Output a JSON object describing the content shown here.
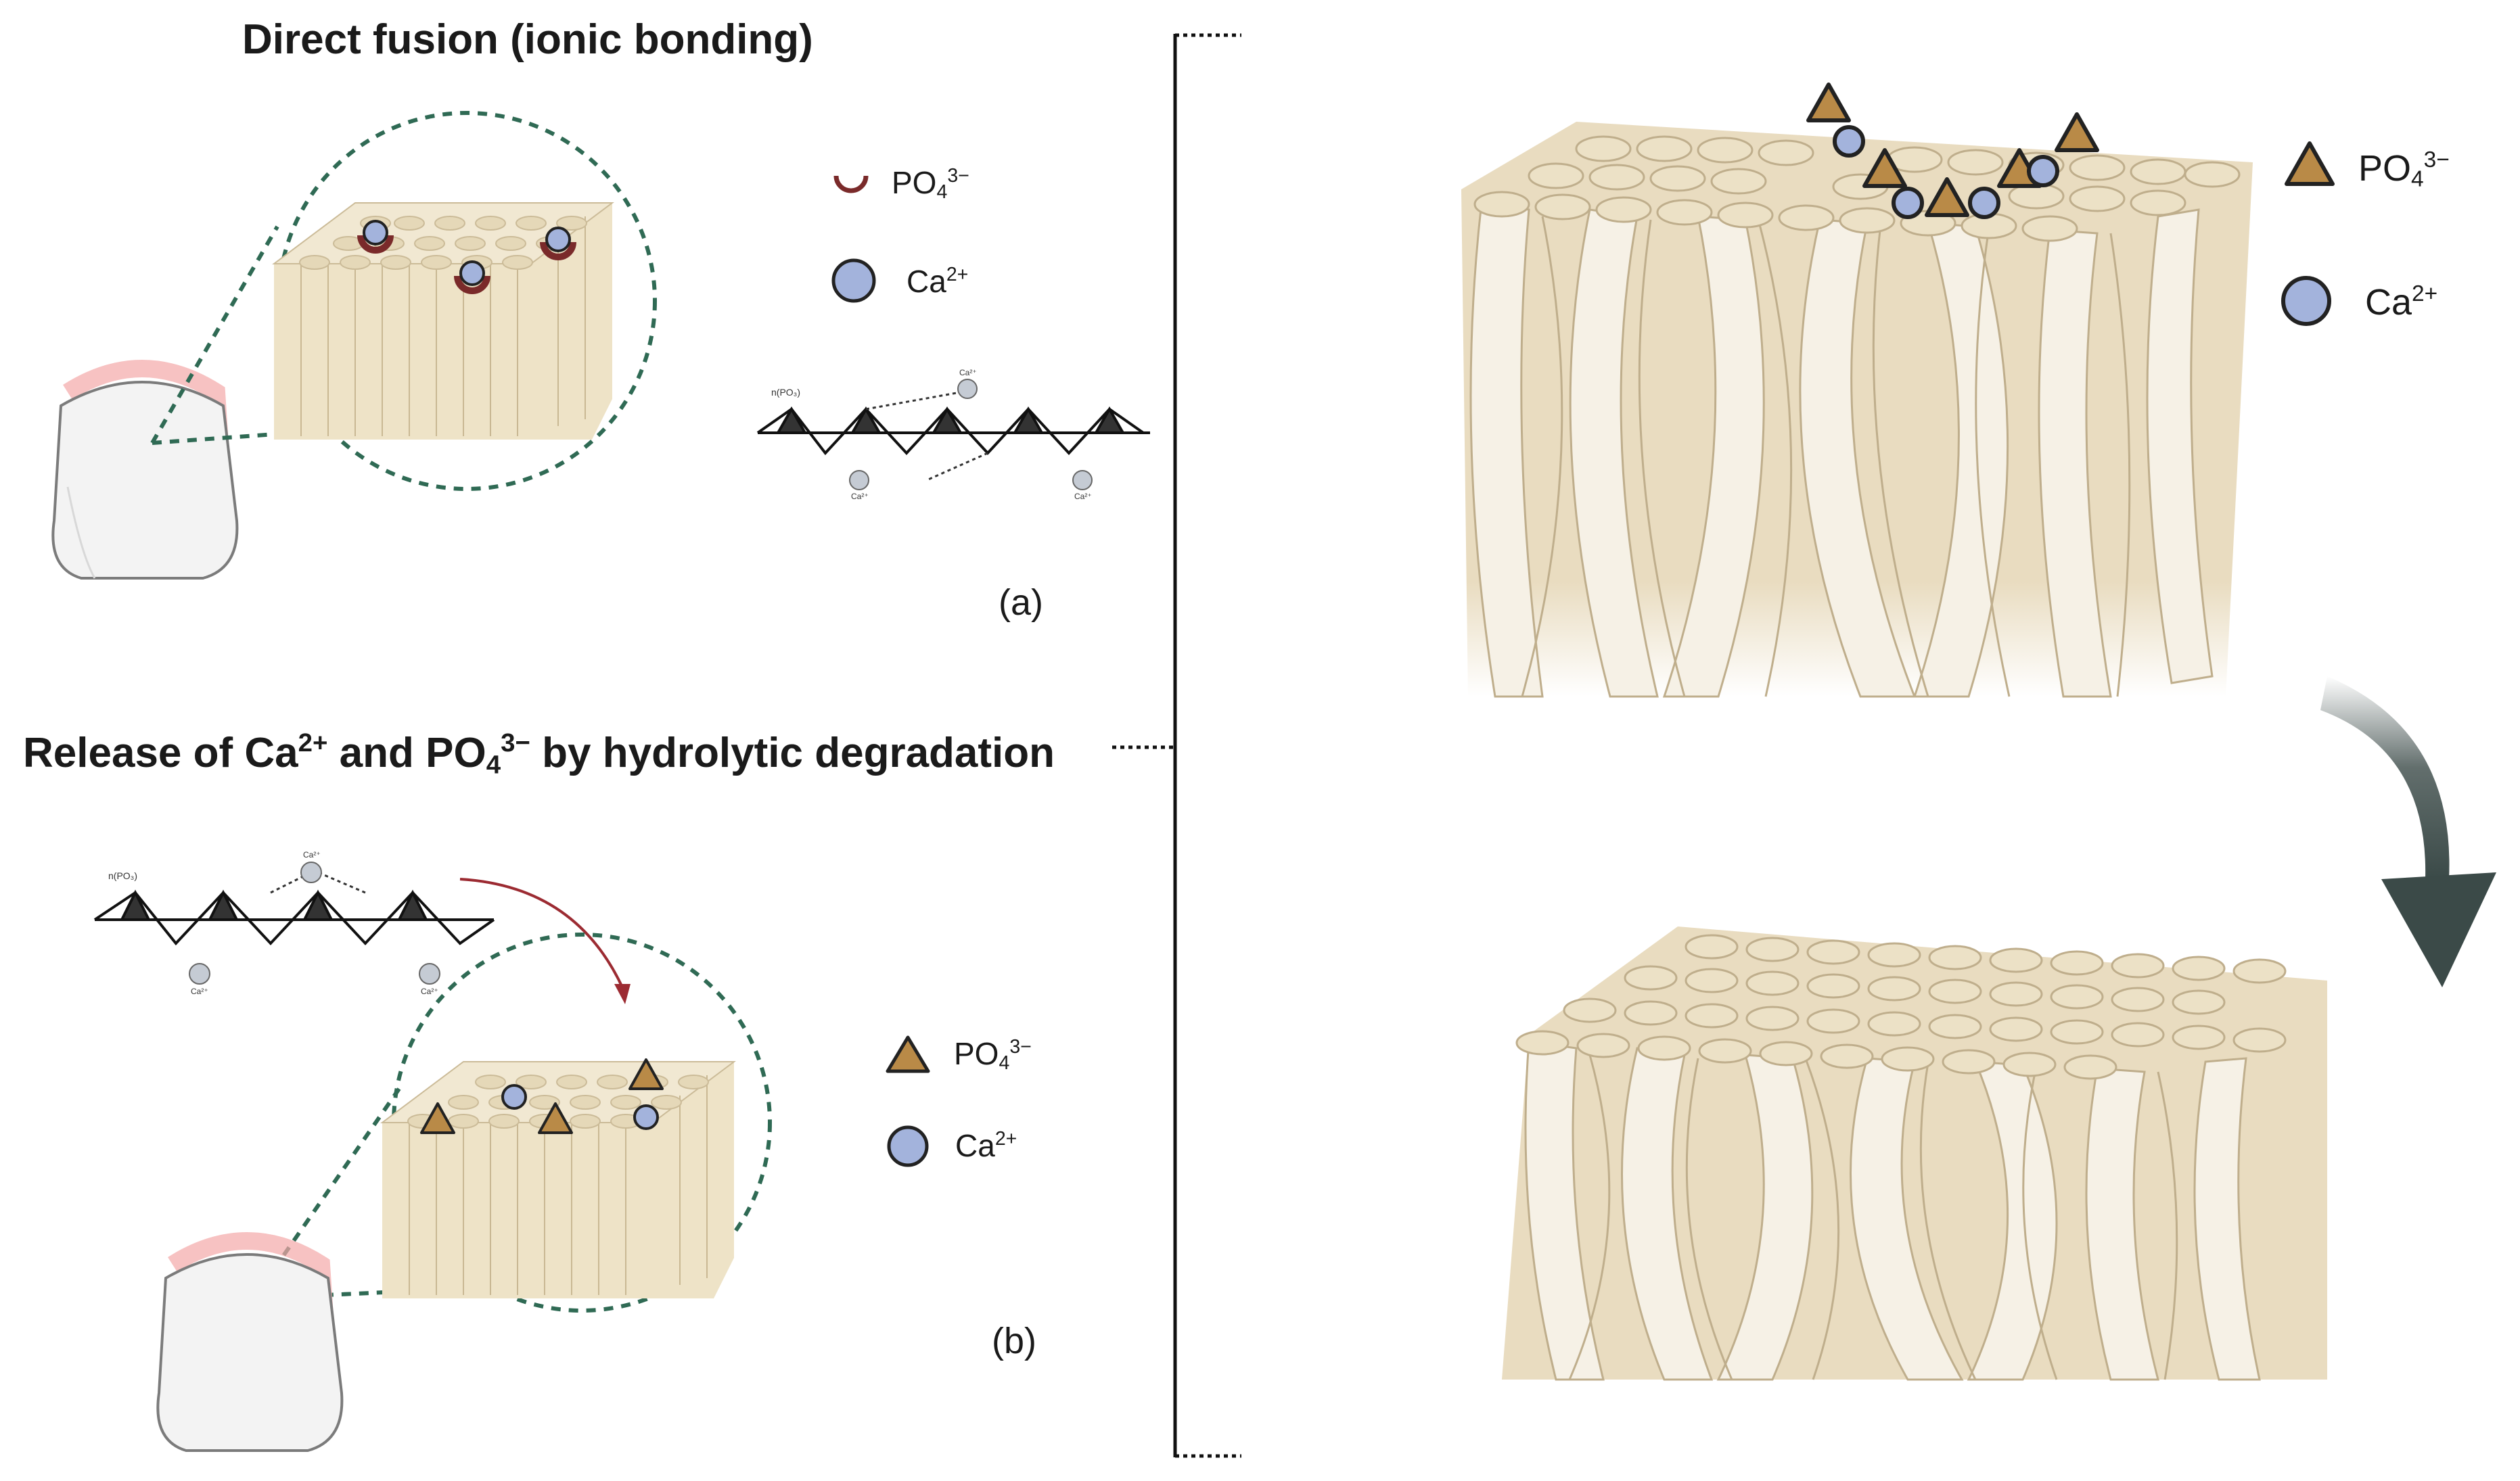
{
  "panel_a": {
    "title": "Direct fusion (ionic bonding)",
    "legend": {
      "phosphate": "PO",
      "phosphate_sub": "4",
      "phosphate_sup": "3−",
      "calcium": "Ca",
      "calcium_sup": "2+"
    },
    "chain_labels": {
      "polymer": "n(PO₃)",
      "ion": "Ca²⁺"
    },
    "label": "(a)"
  },
  "panel_b": {
    "title_part1": "Release of Ca",
    "title_sup1": "2+",
    "title_part2": " and PO",
    "title_sub": "4",
    "title_sup2": "3−",
    "title_part3": " by hydrolytic degradation",
    "legend": {
      "phosphate": "PO",
      "phosphate_sub": "4",
      "phosphate_sup": "3−",
      "calcium": "Ca",
      "calcium_sup": "2+"
    },
    "chain_labels": {
      "polymer": "n(PO₃)",
      "ion": "Ca²⁺"
    },
    "label": "(b)"
  },
  "right_panel": {
    "legend": {
      "phosphate": "PO",
      "phosphate_sub": "4",
      "phosphate_sup": "3−",
      "calcium": "Ca",
      "calcium_sup": "2+"
    }
  },
  "colors": {
    "enamel_top": "#efe4cc",
    "enamel_side": "#e9dcc0",
    "enamel_light": "#f6f1e6",
    "enamel_line": "#bfae8c",
    "phosphate": "#b98a47",
    "phosphate_ring": "#7a2a2a",
    "calcium": "#a3b3dc",
    "dotted_green": "#2f6a54",
    "arrow_red": "#9c2b32",
    "arrow_dark": "#3b4a48",
    "tooth_glow": "#f4a8a8"
  }
}
